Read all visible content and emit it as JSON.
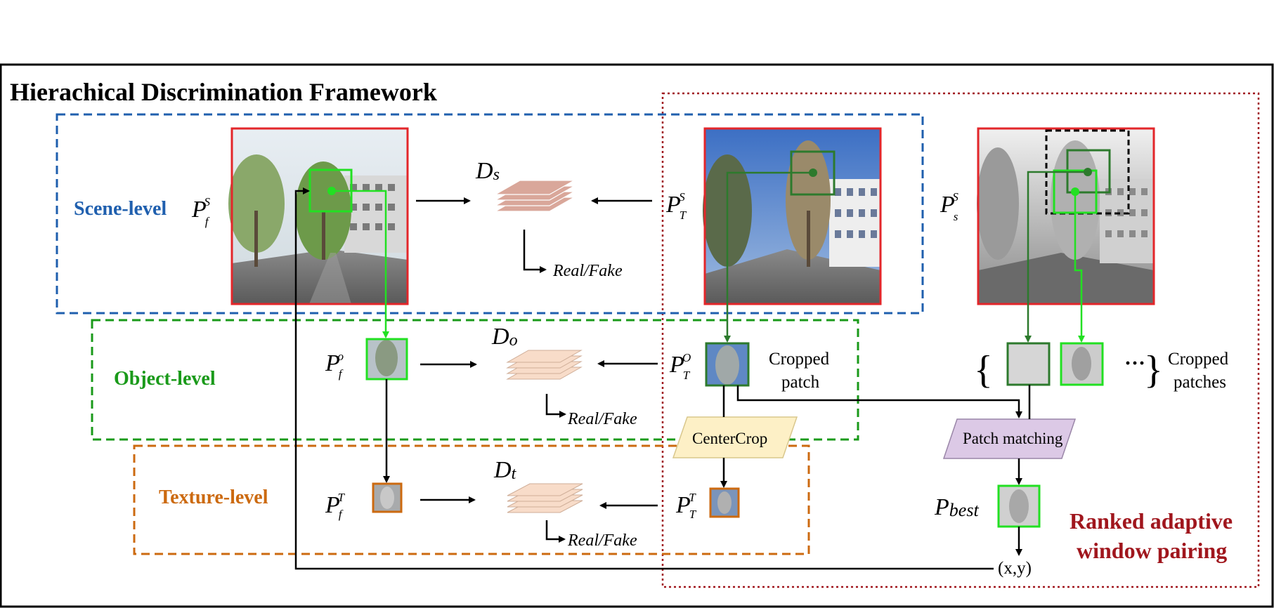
{
  "title": "Hierachical Discrimination Framework",
  "levels": {
    "scene": "Scene-level",
    "object": "Object-level",
    "texture": "Texture-level"
  },
  "discriminators": {
    "scene": {
      "main": "D",
      "sub": "s"
    },
    "object": {
      "main": "D",
      "sub": "o"
    },
    "texture": {
      "main": "D",
      "sub": "t"
    }
  },
  "outputs": {
    "scene": "Real/Fake",
    "object": "Real/Fake",
    "texture": "Real/Fake"
  },
  "patches": {
    "pfS": {
      "main": "P",
      "sub": "f",
      "sup": "S"
    },
    "ptS": {
      "main": "P",
      "sub": "T",
      "sup": "S"
    },
    "psS": {
      "main": "P",
      "sub": "s",
      "sup": "S"
    },
    "pfO": {
      "main": "P",
      "sub": "f",
      "sup": "o"
    },
    "ptO": {
      "main": "P",
      "sub": "T",
      "sup": "O"
    },
    "pfT": {
      "main": "P",
      "sub": "f",
      "sup": "T"
    },
    "ptT": {
      "main": "P",
      "sub": "T",
      "sup": "T"
    },
    "pbest": {
      "main": "P",
      "sub": "best"
    }
  },
  "labels": {
    "cropped_patch_1": "Cropped",
    "cropped_patch_2": "patch",
    "cropped_patches_1": "Cropped",
    "cropped_patches_2": "patches",
    "ellipsis": "···",
    "brace_open": "{",
    "brace_close": "}",
    "centercrop": "CenterCrop",
    "patch_matching": "Patch matching",
    "coords": "(x,y)",
    "ranked_1": "Ranked adaptive",
    "ranked_2": "window pairing"
  },
  "colors": {
    "scene": "#1f5fae",
    "object": "#1a9a1a",
    "texture": "#cc6a10",
    "ranked": "#a0161d",
    "image_border": "#e3262a",
    "bright_green": "#22e022",
    "dark_green": "#2d7a2d",
    "centercrop_fill": "#fdf0c6",
    "patch_matching_fill": "#dcc9e6",
    "disc_scene": "#d9a79a",
    "disc_obj": "#f8dcc9"
  }
}
